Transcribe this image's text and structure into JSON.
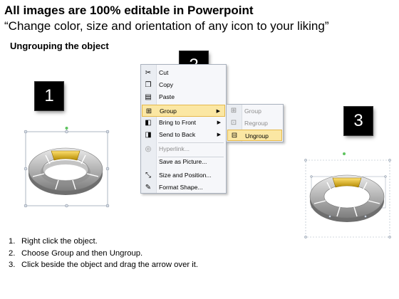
{
  "header": {
    "title": "All images are 100% editable in Powerpoint",
    "subtitle": "“Change color, size and orientation of any icon to your liking”",
    "section": "Ungrouping the object"
  },
  "badges": {
    "one": "1",
    "two": "2",
    "three": "3"
  },
  "context_menu": {
    "items": [
      {
        "label": "Cut",
        "icon": "scissors-icon"
      },
      {
        "label": "Copy",
        "icon": "copy-icon"
      },
      {
        "label": "Paste",
        "icon": "paste-icon"
      },
      {
        "label": "Group",
        "icon": "group-icon",
        "highlighted": true,
        "submenu": true
      },
      {
        "label": "Bring to Front",
        "icon": "bring-front-icon",
        "submenu": true
      },
      {
        "label": "Send to Back",
        "icon": "send-back-icon",
        "submenu": true
      },
      {
        "label": "Hyperlink...",
        "icon": "hyperlink-icon",
        "disabled": true
      },
      {
        "label": "Save as Picture...",
        "icon": "save-picture-icon"
      },
      {
        "label": "Size and Position...",
        "icon": "size-position-icon"
      },
      {
        "label": "Format Shape...",
        "icon": "format-shape-icon"
      }
    ]
  },
  "group_submenu": {
    "items": [
      {
        "label": "Group",
        "icon": "group-icon",
        "disabled": true
      },
      {
        "label": "Regroup",
        "icon": "regroup-icon",
        "disabled": true
      },
      {
        "label": "Ungroup",
        "icon": "ungroup-icon",
        "highlighted": true
      }
    ]
  },
  "steps": [
    {
      "num": "1.",
      "text": "Right click the object."
    },
    {
      "num": "2.",
      "text": "Choose Group and then Ungroup."
    },
    {
      "num": "3.",
      "text": "Click beside the object and drag the arrow over it."
    }
  ],
  "colors": {
    "highlight": "#fbe7a3",
    "highlight_border": "#e5b84a",
    "ring_gray": "#9a9a9a",
    "ring_gold": "#e0b000"
  }
}
